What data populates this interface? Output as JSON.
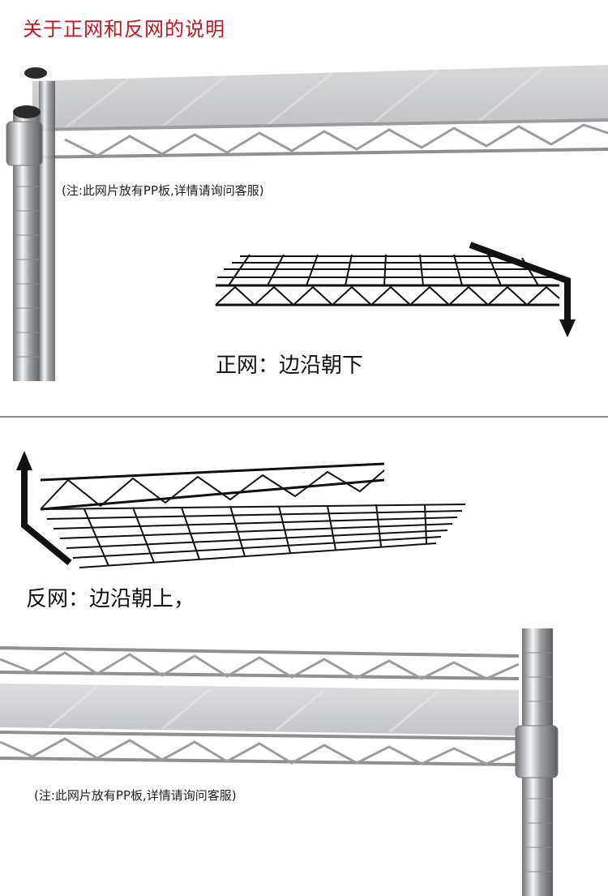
{
  "heading": "关于正网和反网的说明",
  "note_top": "(注:此网片放有PP板,详情请询问客服)",
  "note_bottom": "(注:此网片放有PP板,详情请询问客服)",
  "front": {
    "caption": "正网：边沿朝下"
  },
  "back": {
    "caption": "反网：边沿朝上，"
  },
  "colors": {
    "title": "#c8161e",
    "line": "#111111",
    "divider": "#8a8a8a",
    "chrome": "#c9cbcd"
  },
  "icons": [
    "arrow-down-icon",
    "arrow-up-icon"
  ]
}
